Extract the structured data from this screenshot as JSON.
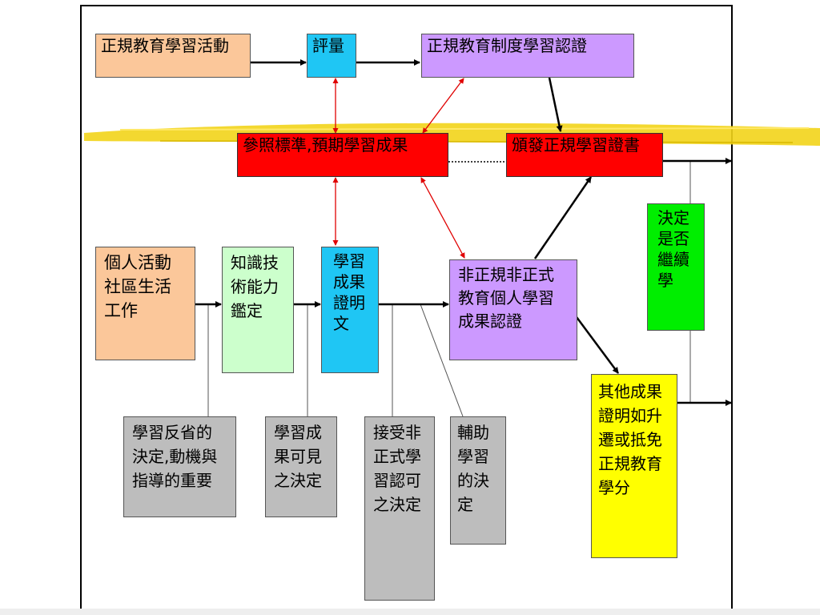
{
  "boxes": {
    "formal_learning": "正規教育學習活動",
    "assessment": "評量",
    "formal_cert": "正規教育制度學習認證",
    "reference_standards": "參照標準,預期學習成果",
    "issue_cert": "頒發正規學習證書",
    "personal_activities": "個人活動社區生活工作",
    "competence": "知識技術能力鑑定",
    "evidence": "學習成果證明文",
    "nonformal_cert": "非正規非正式教育個人學習成果認證",
    "continue_decision": "決定是否繼續學",
    "other_proof": "其他成果證明如升遷或抵免正規教育學分",
    "reflection": "學習反省的決定,動機與指導的重要",
    "visibility": "學習成果可見之決定",
    "acceptance": "接受非正式學習認可之決定",
    "support": "輔助學習的決定"
  },
  "colors": {
    "peach": "#fbc79a",
    "cyan": "#1fc6f4",
    "lilac": "#cc99ff",
    "red": "#ff0000",
    "mint": "#ccffcc",
    "green": "#00ee00",
    "yellow": "#ffff00",
    "gray": "#bdbdbd",
    "highlighter": "#f2d41a"
  }
}
